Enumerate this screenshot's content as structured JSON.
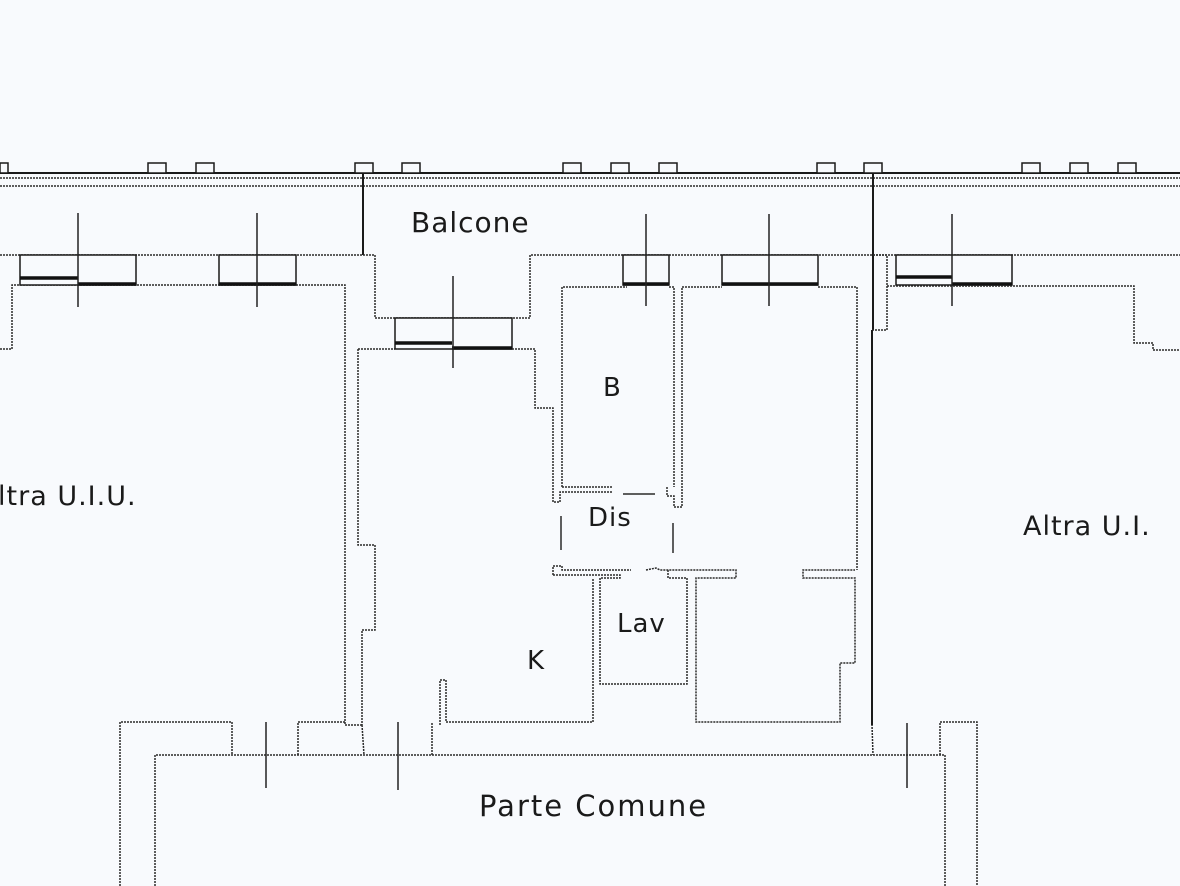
{
  "floor_plan": {
    "rooms": [
      {
        "id": "balcone",
        "label": "Balcone"
      },
      {
        "id": "bagno",
        "label": "B"
      },
      {
        "id": "disimpegno",
        "label": "Dis"
      },
      {
        "id": "lavanderia",
        "label": "Lav"
      },
      {
        "id": "cucina",
        "label": "K"
      },
      {
        "id": "altra-uiu-left",
        "label": "ltra U.I.U."
      },
      {
        "id": "altra-uiu-right",
        "label": "Altra U.I."
      },
      {
        "id": "parte-comune",
        "label": "Parte Comune"
      }
    ],
    "colors": {
      "background": "#f8fafd",
      "walls": "#1a1a1a"
    }
  }
}
